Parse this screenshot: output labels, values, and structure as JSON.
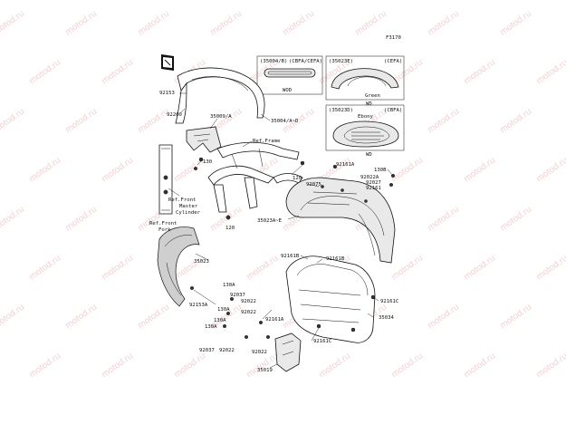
{
  "watermark": "motod.ru",
  "ref_code": "F3170",
  "inset_boxes": [
    {
      "code": "(35004/B)",
      "variant": "(CBFA/CEFA)",
      "caption": "WOD"
    },
    {
      "code": "(35023E)",
      "variant": "(CEFA)",
      "caption": "Green"
    },
    {
      "code": "(35023D)",
      "variant": "(CBFA)",
      "caption": "Ebony"
    }
  ],
  "below_captions": {
    "green_wd": "WD",
    "ebony_wd": "WD"
  },
  "labels": {
    "p92153": "92153",
    "p92200": "92200",
    "p35009A": "35009/A",
    "p35004AD": "35004/A~D",
    "ref_frame": "Ref.Frame",
    "p130_top": "130",
    "ref_master_1": "Ref.Front",
    "ref_master_2": "Master",
    "ref_master_3": "Cylinder",
    "ref_fork_1": "Ref.Front",
    "ref_fork_2": "Fork",
    "p120_a": "120",
    "p120_b": "120",
    "p92161A_top": "92161A",
    "p130B": "130B",
    "p92022A": "92022A",
    "p92027": "92027",
    "p92161": "92161",
    "p92075": "92075",
    "p35023AE": "35023A~E",
    "p35023": "35023",
    "p92161B_a": "92161B",
    "p92161B_b": "92161B",
    "p92153A": "92153A",
    "p130A_1": "130A",
    "p92037_1": "92037",
    "p92022_1": "92022",
    "p130A_2": "130A",
    "p92022_2": "92022",
    "p92161A_mid": "92161A",
    "p92161C_r": "92161C",
    "p35034": "35034",
    "p130A_3": "130A",
    "p92037_2": "92037",
    "p92022_3": "92022",
    "p130A_4": "130A",
    "p92022_4": "92022",
    "p92161C_b": "92161C",
    "p35019": "35019"
  }
}
